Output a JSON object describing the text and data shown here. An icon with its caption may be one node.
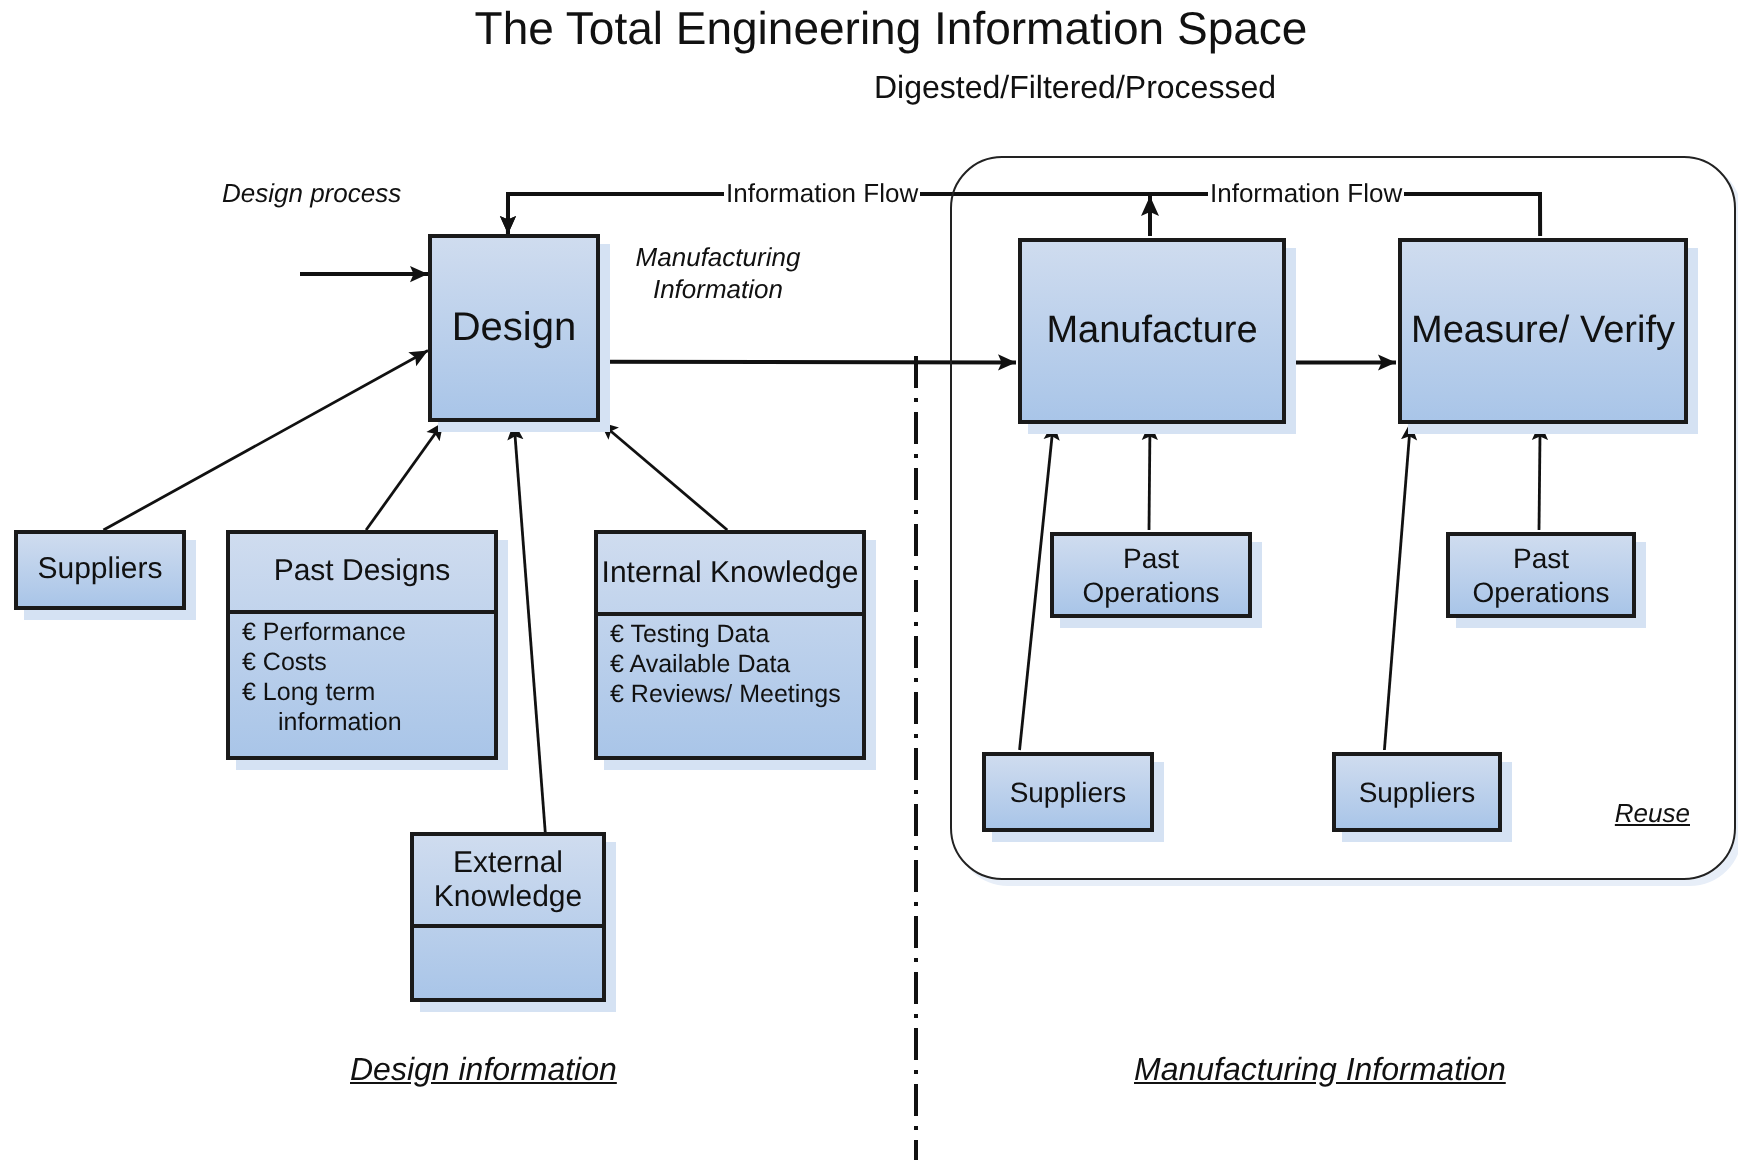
{
  "diagram": {
    "title": "The Total Engineering Information Space",
    "caption": "Digested/Filtered/Processed",
    "nodes": [
      {
        "text": [
          "Design"
        ]
      },
      {
        "text": [
          "Suppliers"
        ]
      },
      {
        "text": [
          "Past Designs",
          "€ Performance",
          "€ Costs",
          "€ Long term information"
        ]
      },
      {
        "text": [
          "Internal Knowledge",
          "€ Testing Data",
          "€ Available Data",
          "€ Reviews/ Meetings"
        ]
      },
      {
        "text": [
          "External Knowledge"
        ]
      },
      {
        "text": [
          "Reuse"
        ]
      },
      {
        "text": [
          "Manufacture"
        ],
        "in": 5
      },
      {
        "text": [
          "Measure/ Verify"
        ],
        "in": 5
      },
      {
        "text": [
          "Past Operations"
        ],
        "in": 5
      },
      {
        "text": [
          "Past Operations"
        ],
        "in": 5
      },
      {
        "text": [
          "Suppliers"
        ],
        "in": 5
      },
      {
        "text": [
          "Suppliers"
        ],
        "in": 5
      }
    ],
    "edges": [
      {
        "from": null,
        "to": 0,
        "arrow": "to",
        "label": "Design process"
      },
      {
        "from": 6,
        "to": 0,
        "arrow": "to",
        "label": "Information Flow"
      },
      {
        "from": 7,
        "to": 0,
        "arrow": "to",
        "label": "Information Flow"
      },
      {
        "from": 1,
        "to": 0,
        "arrow": "to"
      },
      {
        "from": 2,
        "to": 0,
        "arrow": "to"
      },
      {
        "from": 4,
        "to": 0,
        "arrow": "to"
      },
      {
        "from": 3,
        "to": 0,
        "arrow": "to"
      },
      {
        "from": 0,
        "to": 6,
        "arrow": "to"
      },
      {
        "from": 6,
        "to": 7,
        "arrow": "to"
      },
      {
        "from": 8,
        "to": 6,
        "arrow": "to"
      },
      {
        "from": 10,
        "to": 6,
        "arrow": "to"
      },
      {
        "from": 9,
        "to": 7,
        "arrow": "to"
      },
      {
        "from": 11,
        "to": 7,
        "arrow": "to"
      }
    ],
    "labels": [
      "Manufacturing Information",
      "Design information",
      "Manufacturing Information"
    ]
  }
}
